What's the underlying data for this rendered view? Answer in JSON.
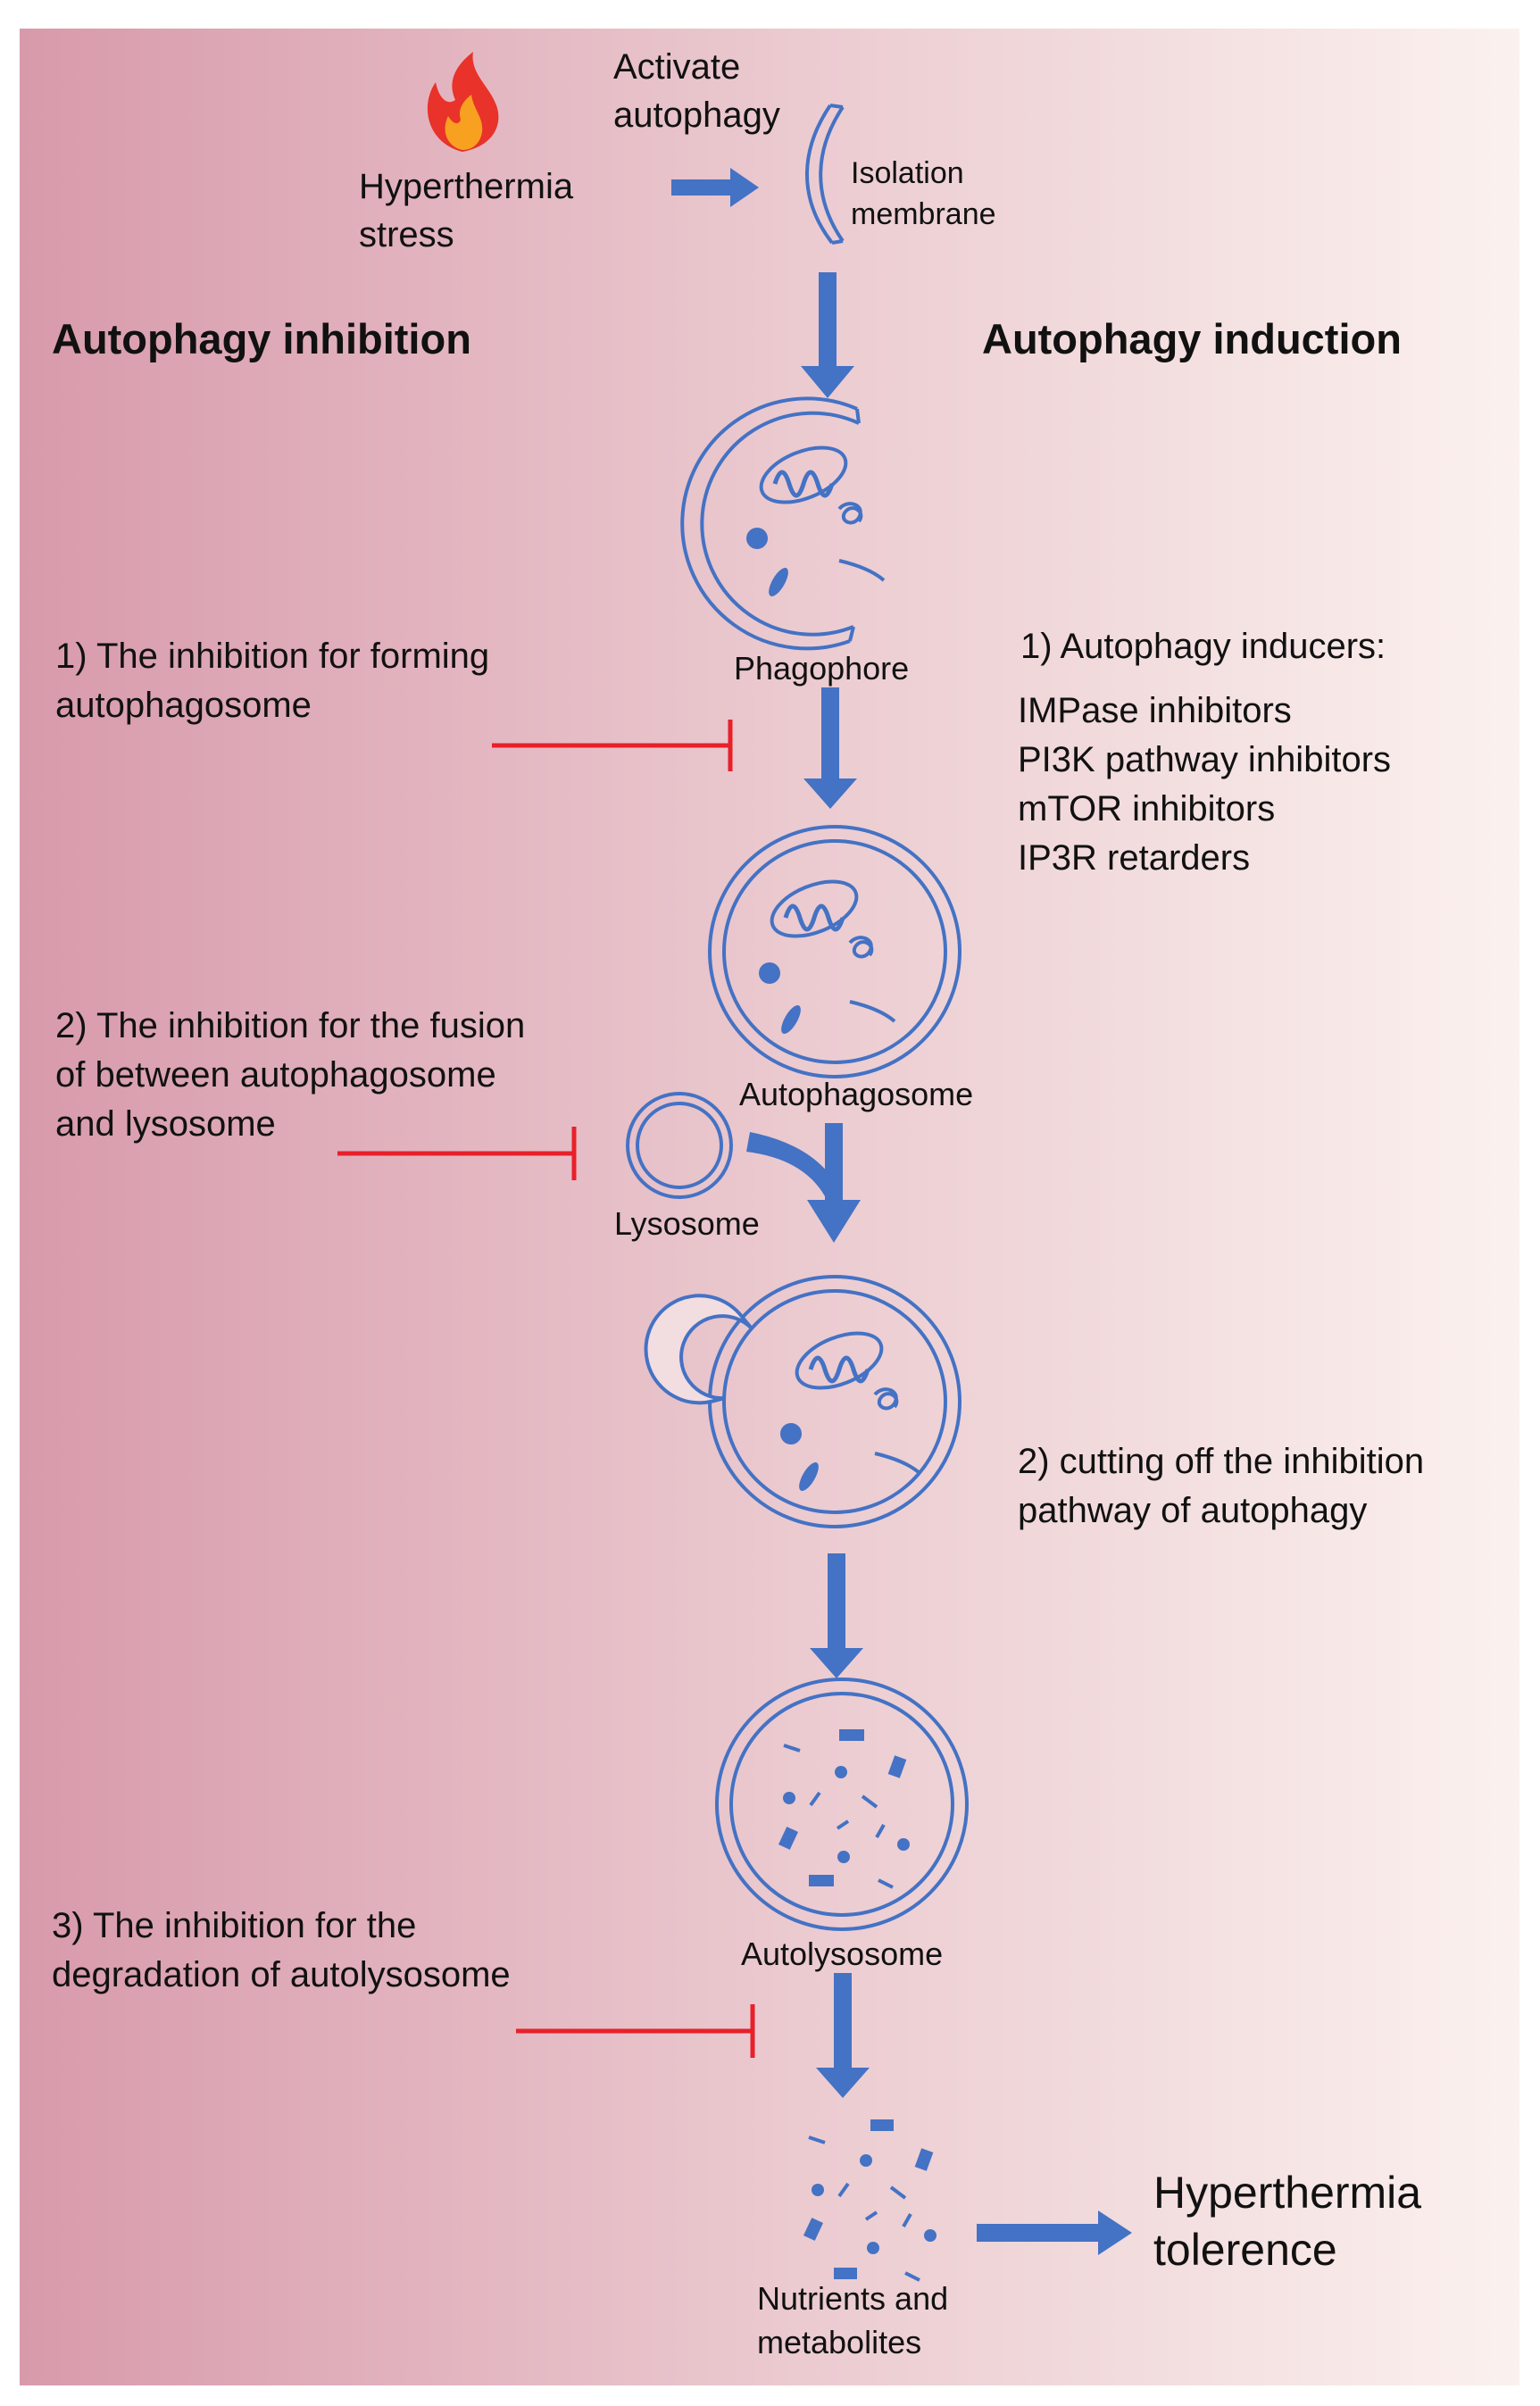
{
  "colors": {
    "bg_left": "#d89aab",
    "bg_right": "#fbf1ee",
    "accent_blue": "#4472c4",
    "inhibit_red": "#e8202a",
    "text": "#111111",
    "flame_outer": "#e8322a",
    "flame_inner": "#f8a020"
  },
  "top": {
    "stress_label": [
      "Hyperthermia",
      "stress"
    ],
    "activate_label": [
      "Activate",
      "autophagy"
    ],
    "isolation_label": [
      "Isolation",
      "membrane"
    ]
  },
  "headings": {
    "inhibition": "Autophagy inhibition",
    "induction": "Autophagy induction"
  },
  "stages": {
    "phagophore": "Phagophore",
    "autophagosome": "Autophagosome",
    "lysosome": "Lysosome",
    "autolysosome": "Autolysosome",
    "nutrients": [
      "Nutrients and",
      "metabolites"
    ],
    "outcome": [
      "Hyperthermia",
      "tolerence"
    ]
  },
  "inhibition_steps": [
    [
      "1) The inhibition for forming",
      "autophagosome"
    ],
    [
      "2) The inhibition for the fusion",
      "of between autophagosome",
      "and lysosome"
    ],
    [
      "3) The inhibition for the",
      "degradation of autolysosome"
    ]
  ],
  "induction": {
    "inducers_title": "1) Autophagy inducers:",
    "inducers": [
      "IMPase inhibitors",
      "PI3K pathway inhibitors",
      "mTOR inhibitors",
      "IP3R retarders"
    ],
    "step2": [
      "2) cutting off the inhibition",
      "pathway of autophagy"
    ]
  }
}
